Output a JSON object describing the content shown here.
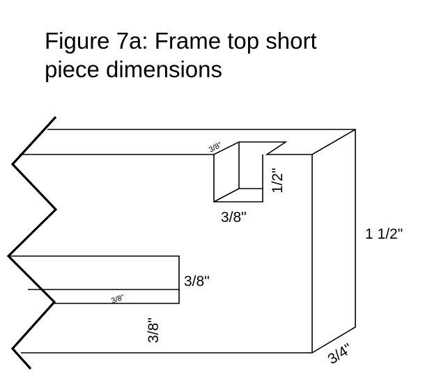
{
  "figure": {
    "title_line1": "Figure 7a: Frame top short",
    "title_line2": "piece dimensions"
  },
  "dimensions": {
    "notch_top_width": "3/8\"",
    "notch_depth": "1/2\"",
    "notch_bottom_width": "3/8\"",
    "total_height": "1 1/2\"",
    "groove_height": "3/8\"",
    "groove_small_width": "3/8\"",
    "groove_depth": "3/8\"",
    "thickness": "3/4\""
  }
}
